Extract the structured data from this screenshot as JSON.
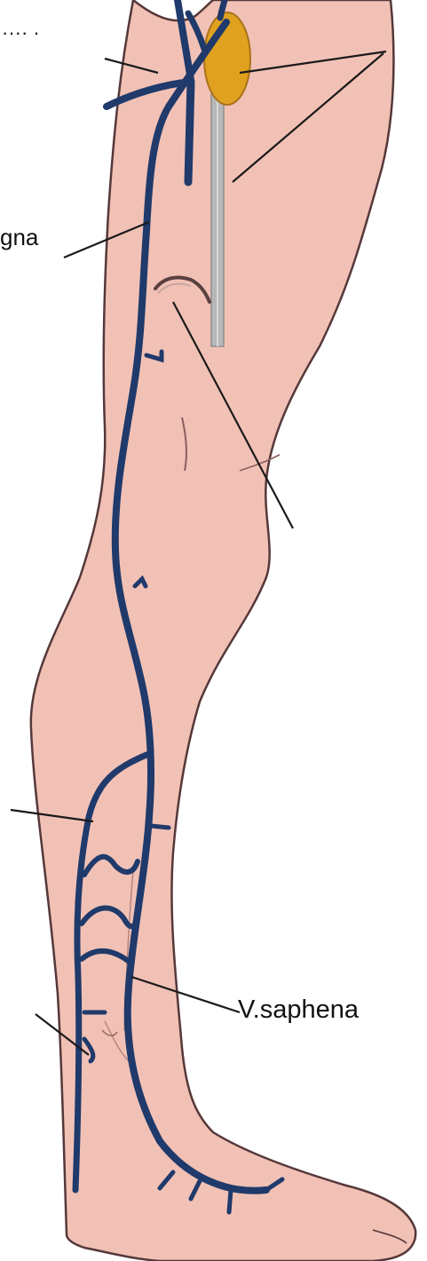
{
  "labels": {
    "top_cut": "···· ·",
    "gna": "gna",
    "v_saphena": "V.saphena"
  },
  "colors": {
    "skin": "#f2c1b5",
    "outline": "#55383a",
    "vein": "#1f3a6b",
    "gland": "#e0a11f",
    "probe": "#b7b7b7",
    "leader_line": "#1a1a1a"
  },
  "icons": [
    "leg-illustration",
    "saphenous-vein",
    "femoral-node",
    "probe-wire"
  ]
}
